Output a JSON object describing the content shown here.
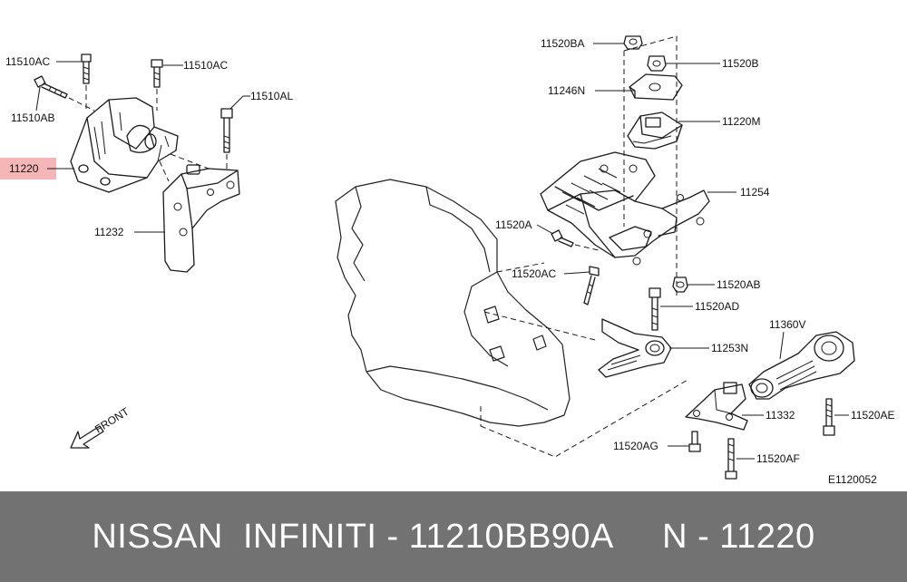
{
  "diagram": {
    "callouts": {
      "c_11510AC_a": "11510AC",
      "c_11510AC_b": "11510AC",
      "c_11510AB": "11510AB",
      "c_11510AL": "11510AL",
      "c_11220": "11220",
      "c_11232": "11232",
      "c_11520BA": "11520BA",
      "c_11520B": "11520B",
      "c_11246N": "11246N",
      "c_11220M": "11220M",
      "c_11254": "11254",
      "c_11520A": "11520A",
      "c_11520AC": "11520AC",
      "c_11520AB": "11520AB",
      "c_11520AD": "11520AD",
      "c_11253N": "11253N",
      "c_11360V": "11360V",
      "c_11332": "11332",
      "c_11520AE": "11520AE",
      "c_11520AG": "11520AG",
      "c_11520AF": "11520AF"
    },
    "front_label": "FRONT",
    "diagram_id": "E1120052",
    "highlight_color": "#f4b6b6"
  },
  "caption": {
    "text": "NISSAN  INFINITI - 11210BB90A     N - 11220"
  },
  "colors": {
    "caption_background": "#727272",
    "caption_text": "#ffffff",
    "line": "#1a1a1a"
  }
}
